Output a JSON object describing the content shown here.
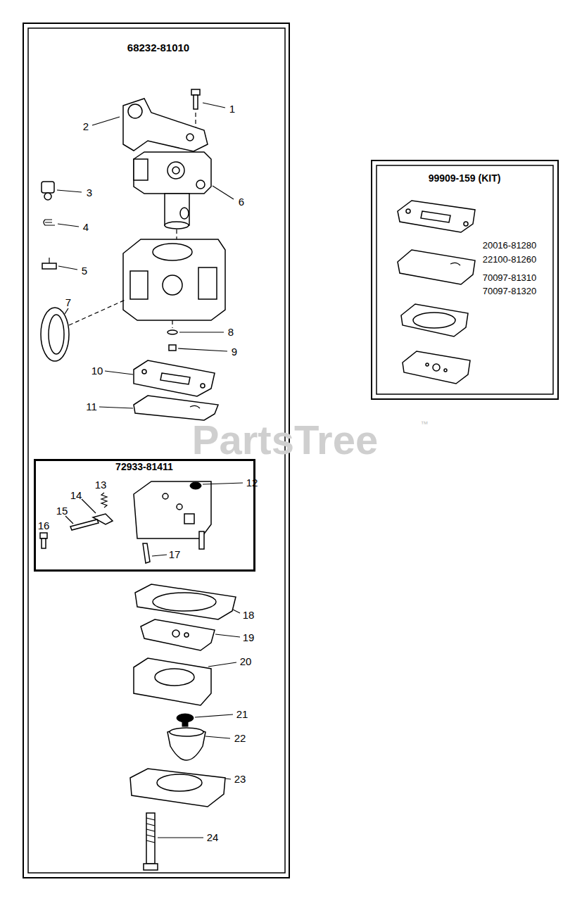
{
  "diagram": {
    "nodes": [
      {
        "text": [
          "68232-81010"
        ]
      },
      {
        "text": [
          "72933-81411"
        ],
        "in": 0
      },
      {
        "text": [
          "99909-159 (KIT)",
          "20016-81280",
          "22100-81260",
          "70097-81310",
          "70097-81320"
        ]
      }
    ],
    "labels": [
      "1",
      "2",
      "3",
      "4",
      "5",
      "6",
      "7",
      "8",
      "9",
      "10",
      "11",
      "12",
      "13",
      "14",
      "15",
      "16",
      "17",
      "18",
      "19",
      "20",
      "21",
      "22",
      "23",
      "24",
      "PartsTree",
      "™"
    ]
  }
}
